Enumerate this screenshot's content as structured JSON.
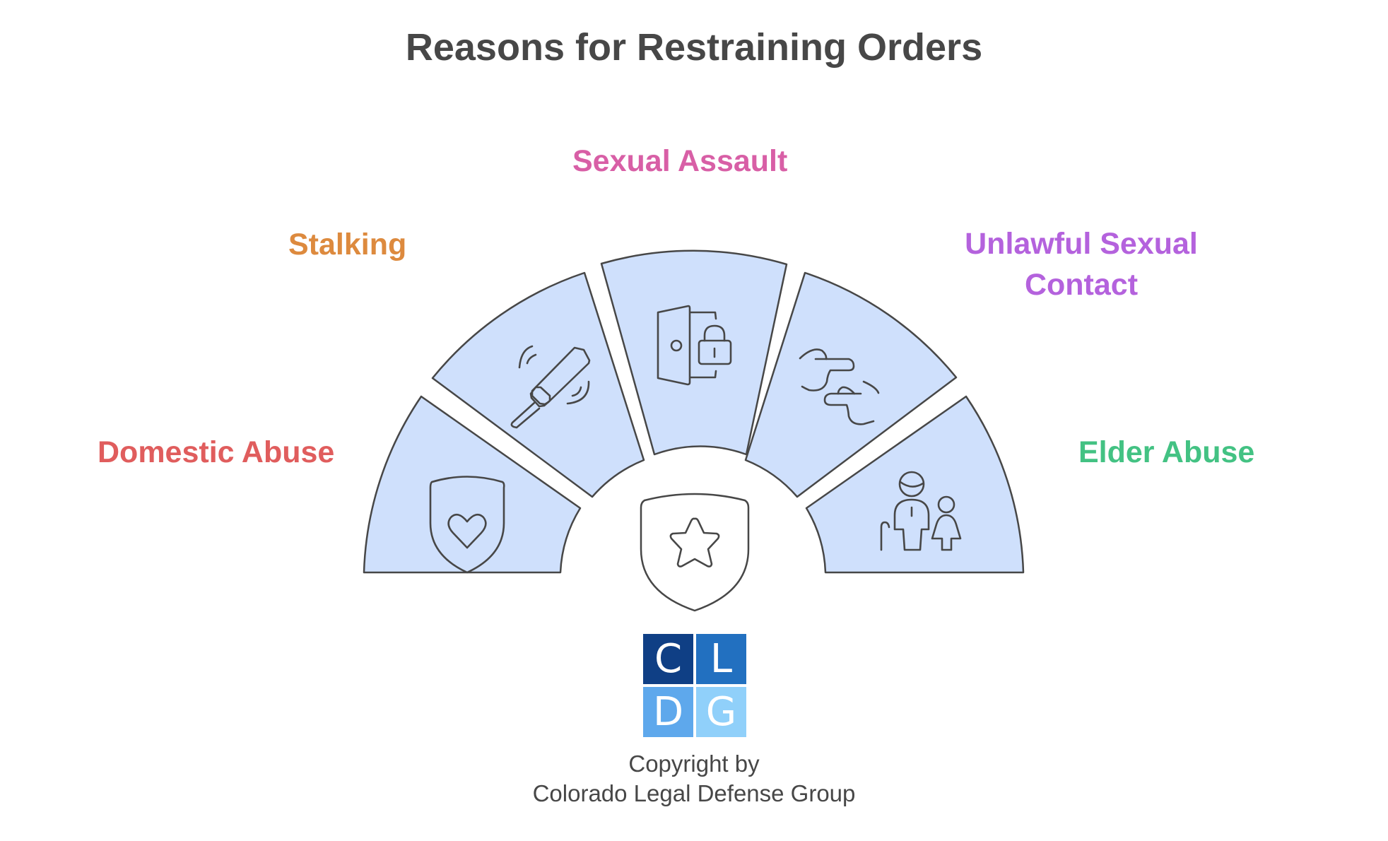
{
  "title": "Reasons for Restraining Orders",
  "segments": [
    {
      "label": "Domestic Abuse",
      "color": "#e05d5d",
      "icon": "shield-heart-icon"
    },
    {
      "label": "Stalking",
      "color": "#dd8a3e",
      "icon": "metal-detector-icon"
    },
    {
      "label": "Sexual Assault",
      "color": "#d85fa6",
      "icon": "door-lock-icon"
    },
    {
      "label": "Unlawful Sexual",
      "label2": "Contact",
      "color": "#b462dd",
      "icon": "hands-icon"
    },
    {
      "label": "Elder Abuse",
      "color": "#43c283",
      "icon": "elder-child-icon"
    }
  ],
  "center": {
    "icon": "shield-star-icon"
  },
  "logo": {
    "letters": [
      "C",
      "L",
      "D",
      "G"
    ],
    "colors": [
      "#0f3f85",
      "#2270c0",
      "#5ea8ec",
      "#90d0fa"
    ]
  },
  "copyright": {
    "line1": "Copyright by",
    "line2": "Colorado Legal Defense Group"
  },
  "style": {
    "segment_fill": "#cfe0fc",
    "stroke": "#474747",
    "title_color": "#474747"
  }
}
